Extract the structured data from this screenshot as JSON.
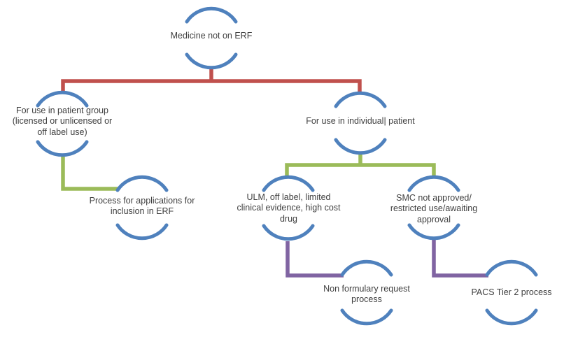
{
  "colors": {
    "arc-blue": "#4f81bd",
    "connector-red": "#c0504d",
    "connector-green": "#9bbb59",
    "connector-purple": "#8064a2",
    "text-color": "#3f3f3f",
    "bg": "#ffffff"
  },
  "nodes": {
    "medicine": {
      "label": "Medicine not on ERF"
    },
    "patient_group": {
      "label": "For use in patient group\n(licensed or unlicensed or\noff label use)"
    },
    "individual_patient": {
      "label": "For use in individual| patient"
    },
    "erf_inclusion": {
      "label": "Process for applications for\ninclusion in ERF"
    },
    "ulm": {
      "label": "ULM, off label, limited\nclinical evidence, high cost\ndrug"
    },
    "smc": {
      "label": "SMC not approved/\nrestricted use/awaiting\napproval"
    },
    "non_formulary": {
      "label": "Non formulary request\nprocess"
    },
    "pacs": {
      "label": "PACS Tier 2 process"
    }
  },
  "edges": [
    {
      "from": "medicine",
      "to": "patient_group",
      "color": "#c0504d"
    },
    {
      "from": "medicine",
      "to": "individual_patient",
      "color": "#c0504d"
    },
    {
      "from": "patient_group",
      "to": "erf_inclusion",
      "color": "#9bbb59"
    },
    {
      "from": "individual_patient",
      "to": "ulm",
      "color": "#9bbb59"
    },
    {
      "from": "individual_patient",
      "to": "smc",
      "color": "#9bbb59"
    },
    {
      "from": "ulm",
      "to": "non_formulary",
      "color": "#8064a2"
    },
    {
      "from": "smc",
      "to": "pacs",
      "color": "#8064a2"
    }
  ]
}
